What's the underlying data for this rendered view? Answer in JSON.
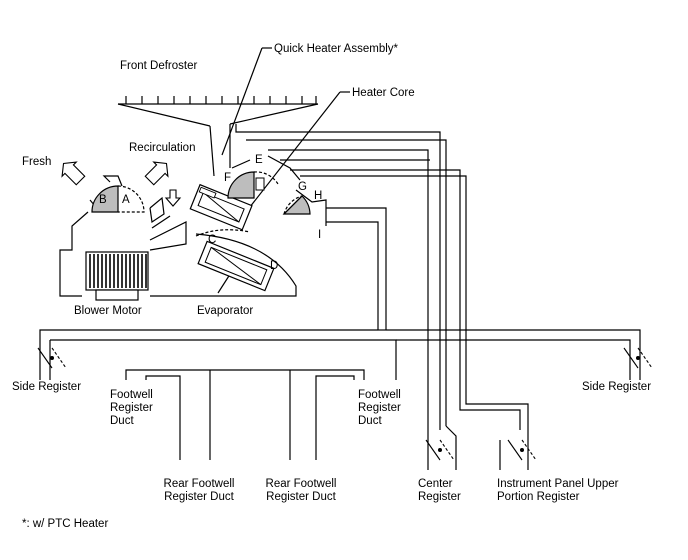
{
  "labels": {
    "quick_heater": "Quick Heater Assembly*",
    "front_defroster": "Front Defroster",
    "heater_core": "Heater Core",
    "recirculation": "Recirculation",
    "fresh": "Fresh",
    "blower_motor": "Blower Motor",
    "evaporator": "Evaporator",
    "side_register_left": "Side Register",
    "side_register_right": "Side Register",
    "footwell_duct_left": [
      "Footwell",
      "Register",
      "Duct"
    ],
    "footwell_duct_right": [
      "Footwell",
      "Register",
      "Duct"
    ],
    "rear_footwell_1": [
      "Rear Footwell",
      "Register Duct"
    ],
    "rear_footwell_2": [
      "Rear Footwell",
      "Register Duct"
    ],
    "center_register": [
      "Center",
      "Register"
    ],
    "ip_upper_register": [
      "Instrument Panel Upper",
      "Portion Register"
    ],
    "footnote": "*: w/ PTC Heater"
  },
  "damper_letters": {
    "a": "A",
    "b": "B",
    "c": "C",
    "d": "D",
    "e": "E",
    "f": "F",
    "g": "G",
    "h": "H",
    "i": "I"
  }
}
